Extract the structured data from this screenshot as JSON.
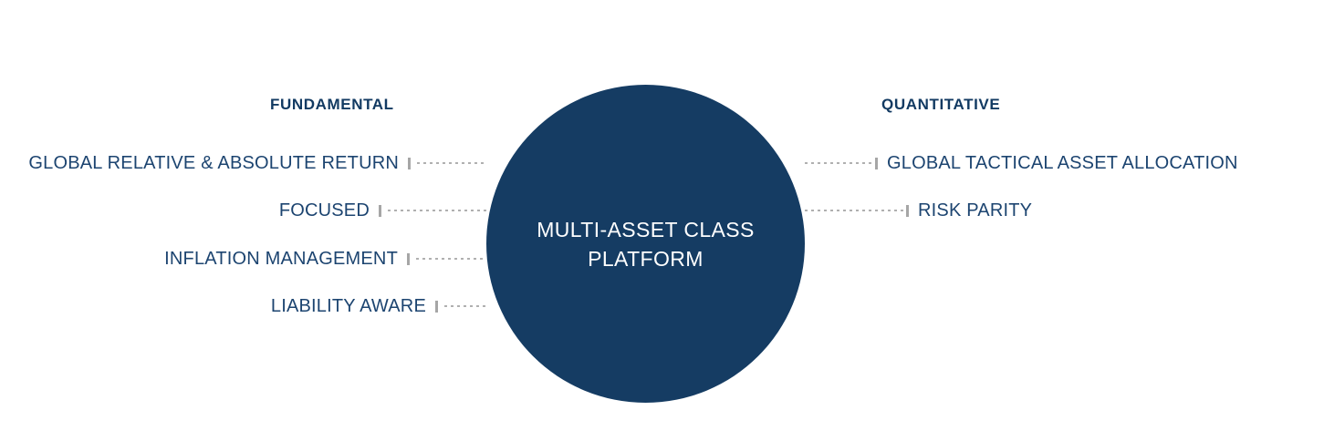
{
  "diagram": {
    "center": {
      "text": "MULTI-ASSET CLASS\nPLATFORM",
      "line1": "MULTI-ASSET CLASS",
      "line2": "PLATFORM",
      "fill_color": "#153c63",
      "text_color": "#ffffff"
    },
    "columns": [
      {
        "side": "left",
        "header": "FUNDAMENTAL",
        "items": [
          {
            "label": "GLOBAL RELATIVE & ABSOLUTE RETURN"
          },
          {
            "label": "FOCUSED"
          },
          {
            "label": "INFLATION MANAGEMENT"
          },
          {
            "label": "LIABILITY AWARE"
          }
        ]
      },
      {
        "side": "right",
        "header": "QUANTITATIVE",
        "items": [
          {
            "label": "GLOBAL TACTICAL ASSET ALLOCATION"
          },
          {
            "label": "RISK PARITY"
          }
        ]
      }
    ],
    "colors": {
      "navy": "#153c63",
      "label_text": "#1c4470",
      "header_text": "#123a62",
      "connector": "#b0b0b0",
      "tick": "#a6a6a6",
      "background": "#ffffff"
    }
  }
}
